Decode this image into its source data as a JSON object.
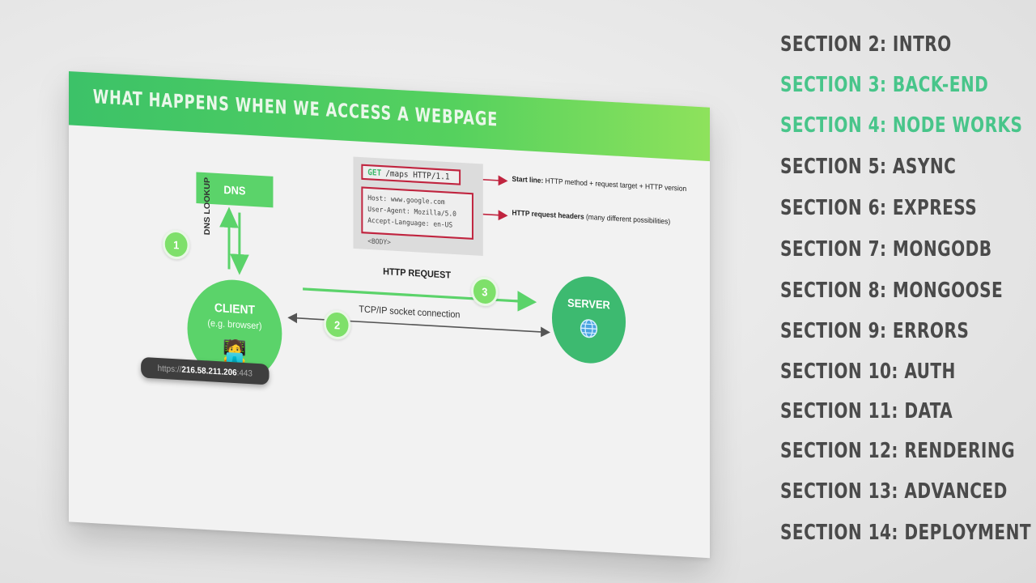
{
  "slide": {
    "title": "WHAT HAPPENS WHEN WE ACCESS A WEBPAGE",
    "dns_label": "DNS",
    "dns_lookup_label": "DNS LOOKUP",
    "client_label": "CLIENT",
    "client_sub": "(e.g. browser)",
    "client_emoji": "🧑‍💻",
    "server_label": "SERVER",
    "server_icon": "globe-icon",
    "url_prefix": "https://",
    "url_ip": "216.58.211.206",
    "url_port": ":443",
    "http_request_label": "HTTP REQUEST",
    "tcp_label": "TCP/IP socket connection",
    "step_badges": [
      "1",
      "2",
      "3"
    ],
    "request": {
      "method": "GET",
      "start_line": "/maps HTTP/1.1",
      "headers": [
        "Host: www.google.com",
        "User-Agent: Mozilla/5.0",
        "Accept-Language: en-US"
      ],
      "body": "<BODY>"
    },
    "annotations": {
      "start_line_bold": "Start line:",
      "start_line_rest": " HTTP method + request target + HTTP version",
      "headers_bold": "HTTP request headers",
      "headers_rest": " (many different possibilities)"
    },
    "colors": {
      "accent_green": "#5bd36a",
      "server_green": "#3dba70",
      "highlight_red": "#c0243f"
    }
  },
  "menu": {
    "items": [
      {
        "label": "SECTION 2: INTRO",
        "active": false
      },
      {
        "label": "SECTION 3: BACK-END",
        "active": true
      },
      {
        "label": "SECTION 4: NODE WORKS",
        "active": true
      },
      {
        "label": "SECTION 5: ASYNC",
        "active": false
      },
      {
        "label": "SECTION 6: EXPRESS",
        "active": false
      },
      {
        "label": "SECTION 7: MONGODB",
        "active": false
      },
      {
        "label": "SECTION 8: MONGOOSE",
        "active": false
      },
      {
        "label": "SECTION 9: ERRORS",
        "active": false
      },
      {
        "label": "SECTION 10: AUTH",
        "active": false
      },
      {
        "label": "SECTION 11: DATA",
        "active": false
      },
      {
        "label": "SECTION 12: RENDERING",
        "active": false
      },
      {
        "label": "SECTION 13: ADVANCED",
        "active": false
      },
      {
        "label": "SECTION 14: DEPLOYMENT",
        "active": false
      }
    ],
    "active_color": "#48c58a",
    "inactive_color": "#4a4a4a"
  }
}
